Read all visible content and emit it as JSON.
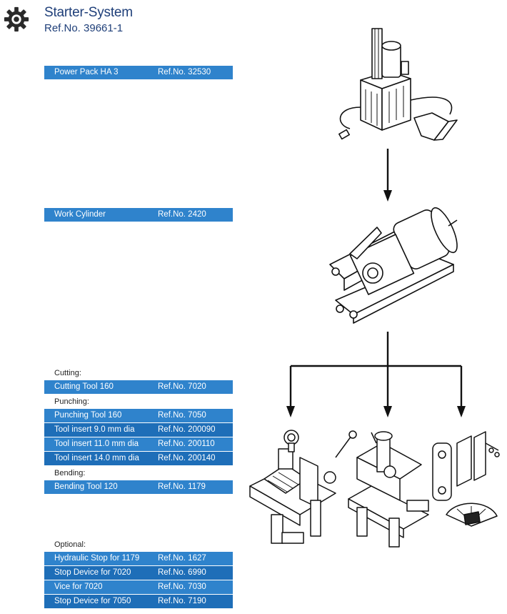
{
  "header": {
    "title": "Starter-System",
    "ref": "Ref.No. 39661-1"
  },
  "main_items": [
    {
      "name": "Power Pack HA 3",
      "ref": "Ref.No. 32530"
    },
    {
      "name": "Work Cylinder",
      "ref": "Ref.No. 2420"
    }
  ],
  "sections": {
    "cutting": {
      "label": "Cutting:",
      "items": [
        {
          "name": "Cutting Tool 160",
          "ref": "Ref.No. 7020"
        }
      ]
    },
    "punching": {
      "label": "Punching:",
      "items": [
        {
          "name": "Punching Tool 160",
          "ref": "Ref.No. 7050"
        },
        {
          "name": "Tool insert  9.0 mm dia",
          "ref": "Ref.No. 200090"
        },
        {
          "name": "Tool insert  11.0 mm dia",
          "ref": "Ref.No. 200110"
        },
        {
          "name": "Tool insert  14.0 mm dia",
          "ref": "Ref.No. 200140"
        }
      ]
    },
    "bending": {
      "label": "Bending:",
      "items": [
        {
          "name": "Bending Tool 120",
          "ref": "Ref.No. 1179"
        }
      ]
    },
    "optional": {
      "label": "Optional:",
      "items": [
        {
          "name": "Hydraulic Stop for 1179",
          "ref": "Ref.No. 1627"
        },
        {
          "name": "Stop Device for 7020",
          "ref": "Ref.No. 6990"
        },
        {
          "name": "Vice for 7020",
          "ref": "Ref.No. 7030"
        },
        {
          "name": "Stop Device for  7050",
          "ref": "Ref.No. 7190"
        }
      ]
    }
  },
  "icons": {
    "header": "gear-icon"
  },
  "colors": {
    "title": "#1f3f79",
    "row_light": "#2f83cc",
    "row_dark": "#1e6eb8",
    "row_text": "#ffffff"
  }
}
